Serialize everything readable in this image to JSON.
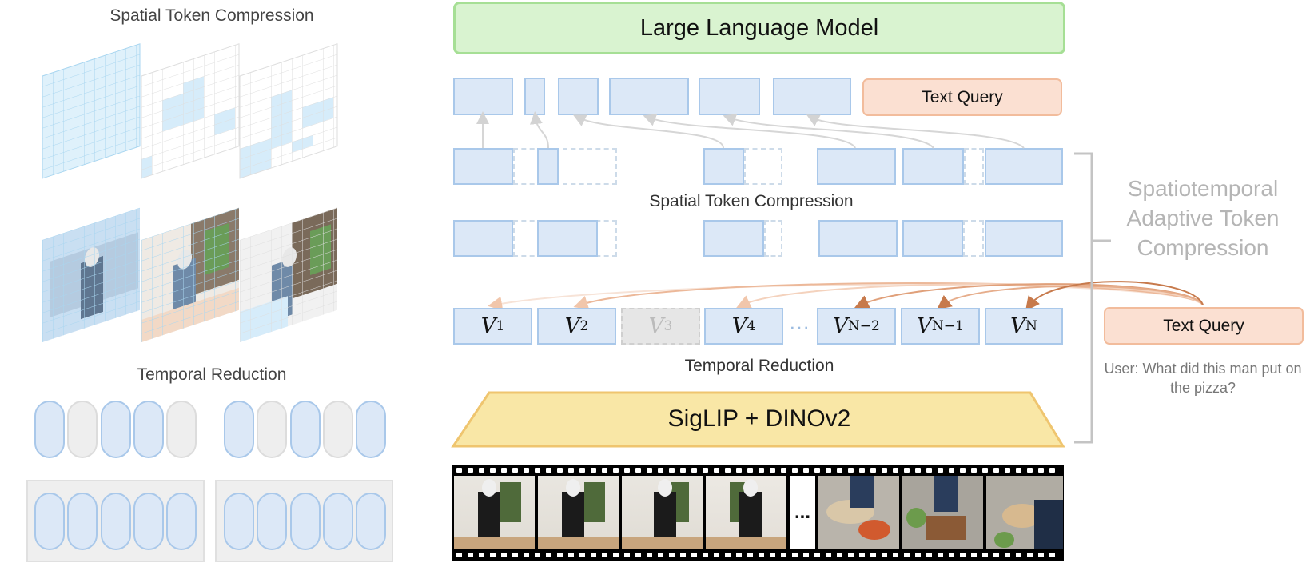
{
  "left_panel": {
    "spatial_title": "Spatial Token Compression",
    "temporal_title": "Temporal Reduction"
  },
  "main": {
    "llm_label": "Large Language Model",
    "text_query_top": "Text Query",
    "spatial_label": "Spatial Token Compression",
    "temporal_label": "Temporal Reduction",
    "encoder_label": "SigLIP + DINOv2",
    "ellipsis": "···",
    "film_ellipsis": "..."
  },
  "visual_tokens": [
    {
      "base": "V",
      "sub": "1"
    },
    {
      "base": "V",
      "sub": "2"
    },
    {
      "base": "V",
      "sub": "3"
    },
    {
      "base": "V",
      "sub": "4"
    },
    {
      "base": "V",
      "sub": "N−2"
    },
    {
      "base": "V",
      "sub": "N−1"
    },
    {
      "base": "V",
      "sub": "N"
    }
  ],
  "right_panel": {
    "side_label_line1": "Spatiotemporal",
    "side_label_line2": "Adaptive Token",
    "side_label_line3": "Compression",
    "text_query": "Text Query",
    "user_text": "User: What did this man put on the pizza?"
  },
  "colors": {
    "token_fill": "#dce8f7",
    "token_border": "#a9c8ea",
    "llm_fill": "#d9f3d0",
    "query_fill": "#fbe0d2",
    "encoder_fill": "#f9e7a6",
    "arrow_orange": "#c77a4c"
  }
}
